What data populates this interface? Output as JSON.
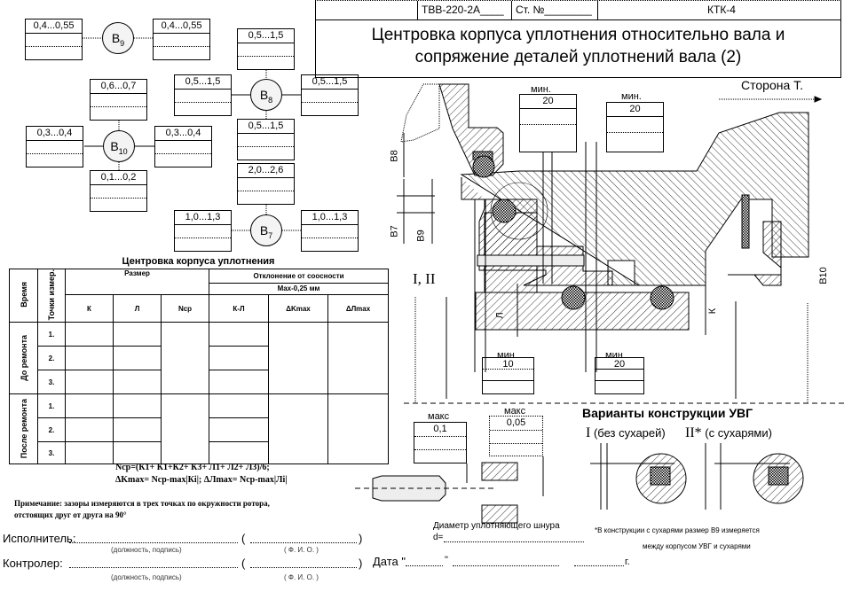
{
  "title_block": {
    "model": "ТВВ-220-2А____",
    "station": "Ст. №________",
    "code": "КТК-4",
    "title_line1": "Центровка корпуса уплотнения относительно вала и",
    "title_line2": "сопряжение деталей уплотнений вала (2)"
  },
  "gauges": {
    "b9": {
      "label": "В",
      "sub": "9",
      "left": "0,4...0,55",
      "right": "0,4...0,55"
    },
    "b8": {
      "label": "В",
      "sub": "8",
      "top": "0,5...1,5",
      "left": "0,5...1,5",
      "right": "0,5...1,5",
      "bottom": "0,5...1,5"
    },
    "b10": {
      "label": "В",
      "sub": "10",
      "top": "0,6...0,7",
      "left": "0,3...0,4",
      "right": "0,3...0,4",
      "bottom": "0,1...0,2"
    },
    "b7": {
      "label": "В",
      "sub": "7",
      "top": "2,0...2,6",
      "left": "1,0...1,3",
      "right": "1,0...1,3"
    }
  },
  "table": {
    "title": "Центровка корпуса уплотнения",
    "col_time": "Время",
    "col_points": "Точки измер.",
    "group_size": "Размер",
    "group_dev": "Отклонение от соосности",
    "dev_max": "Max-0,25 мм",
    "cols": [
      "К",
      "Л",
      "Nср",
      "К-Л",
      "ΔKmax",
      "ΔЛmax"
    ],
    "before": "До ремонта",
    "after": "После ремонта",
    "points": [
      "1.",
      "2.",
      "3."
    ]
  },
  "formulas": {
    "f1": "Nср=(К1+ К1+К2+ К3+ Л1+ Л2+ Л3)/6;",
    "f2": "ΔKmax= Nср-max|Кi|; ΔЛmax= Nср-max|Лi|"
  },
  "note": {
    "line1": "Примечание: зазоры измеряются в трех точках по окружности ротора,",
    "line2": "отстоящих друг от друга на 90°"
  },
  "signatures": {
    "executor": "Исполнитель:",
    "controller": "Контролер:",
    "hint_pos": "(должность, подпись)",
    "hint_fio": "( Ф. И. О. )",
    "open": "(",
    "close": ")"
  },
  "drawing": {
    "side": "Сторона Т.",
    "min": "мин.",
    "min_nodot": "мин",
    "v20": "20",
    "v10": "10",
    "ref": "I, II",
    "b8": "В8",
    "b7": "В7",
    "b9": "В9",
    "b10": "В10",
    "L": "Л",
    "K": "К",
    "max": "макс",
    "v01": "0,1",
    "v005": "0,05",
    "variants_title": "Варианты конструкции УВГ",
    "var1_num": "I",
    "var1": "(без сухарей)",
    "var2_num": "II*",
    "var2": "(с сухарями)",
    "diameter": "Диаметр уплотняющего шнура",
    "d": "d=",
    "footnote1": "*В конструкции с сухарями размер В9 измеряется",
    "footnote2": "между корпусом УВГ и сухарями",
    "date": "Дата \"",
    "date_q": "\"",
    "date_g": "г."
  }
}
